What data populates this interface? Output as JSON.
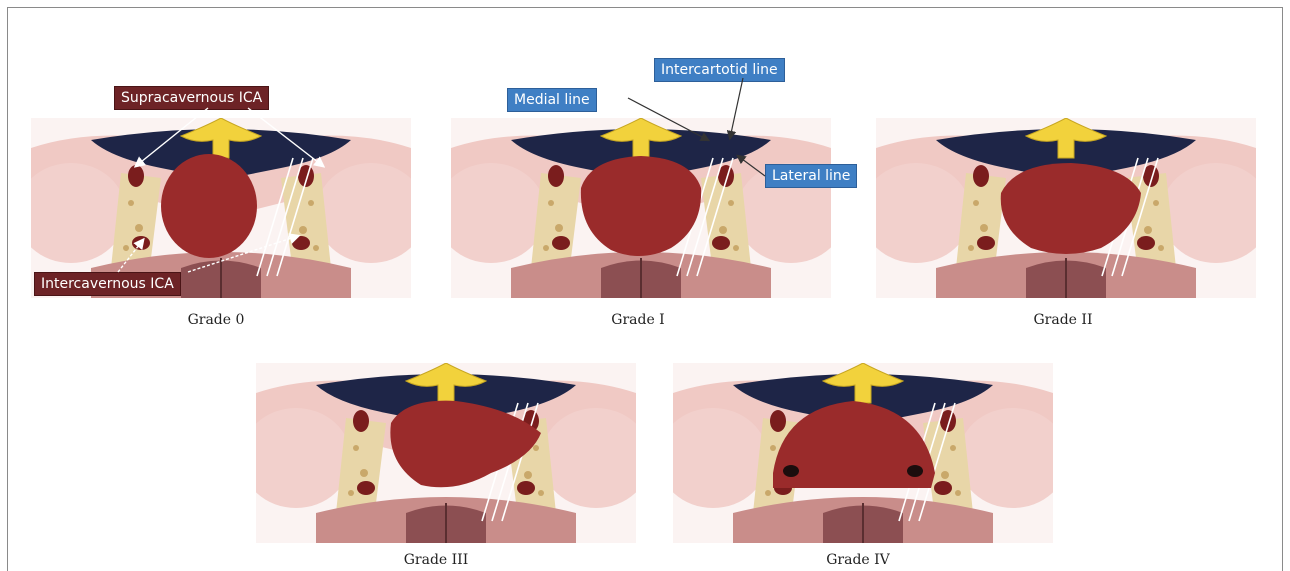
{
  "labels": {
    "supracavernous": "Supracavernous ICA",
    "intercavernous": "Intercavernous ICA",
    "medial_line": "Medial line",
    "intercarotid_line": "Intercartotid line",
    "lateral_line": "Lateral line"
  },
  "grades": [
    {
      "id": "grade-0",
      "label": "Grade 0"
    },
    {
      "id": "grade-1",
      "label": "Grade I"
    },
    {
      "id": "grade-2",
      "label": "Grade II"
    },
    {
      "id": "grade-3",
      "label": "Grade III"
    },
    {
      "id": "grade-4",
      "label": "Grade IV"
    }
  ],
  "colors": {
    "tumor": "#9a2b2b",
    "tissue": "#f0c9c4",
    "dark_space": "#1e2547",
    "chiasm": "#f2d23c",
    "red_tag": "#6d2326",
    "blue_tag": "#3f7fc4"
  }
}
